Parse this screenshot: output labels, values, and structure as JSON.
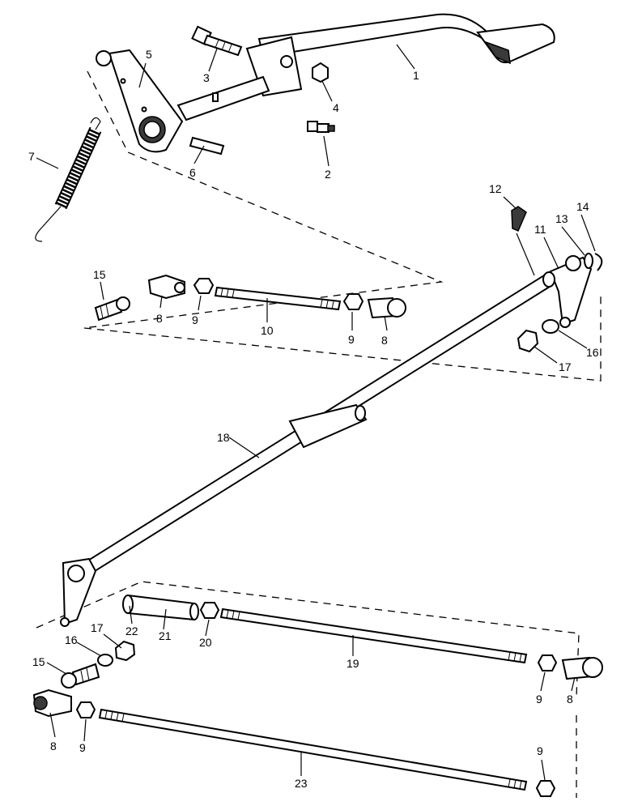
{
  "callouts": [
    {
      "id": "c1",
      "text": "1"
    },
    {
      "id": "c2",
      "text": "2"
    },
    {
      "id": "c3",
      "text": "3"
    },
    {
      "id": "c4",
      "text": "4"
    },
    {
      "id": "c5",
      "text": "5"
    },
    {
      "id": "c6",
      "text": "6"
    },
    {
      "id": "c7",
      "text": "7"
    },
    {
      "id": "c8a",
      "text": "8"
    },
    {
      "id": "c8b",
      "text": "8"
    },
    {
      "id": "c8c",
      "text": "8"
    },
    {
      "id": "c8d",
      "text": "8"
    },
    {
      "id": "c9a",
      "text": "9"
    },
    {
      "id": "c9b",
      "text": "9"
    },
    {
      "id": "c9c",
      "text": "9"
    },
    {
      "id": "c9d",
      "text": "9"
    },
    {
      "id": "c9e",
      "text": "9"
    },
    {
      "id": "c10",
      "text": "10"
    },
    {
      "id": "c11",
      "text": "11"
    },
    {
      "id": "c12",
      "text": "12"
    },
    {
      "id": "c13",
      "text": "13"
    },
    {
      "id": "c14",
      "text": "14"
    },
    {
      "id": "c15a",
      "text": "15"
    },
    {
      "id": "c15b",
      "text": "15"
    },
    {
      "id": "c16a",
      "text": "16"
    },
    {
      "id": "c16b",
      "text": "16"
    },
    {
      "id": "c17a",
      "text": "17"
    },
    {
      "id": "c17b",
      "text": "17"
    },
    {
      "id": "c18",
      "text": "18"
    },
    {
      "id": "c19",
      "text": "19"
    },
    {
      "id": "c20",
      "text": "20"
    },
    {
      "id": "c21",
      "text": "21"
    },
    {
      "id": "c22",
      "text": "22"
    },
    {
      "id": "c23",
      "text": "23"
    }
  ]
}
